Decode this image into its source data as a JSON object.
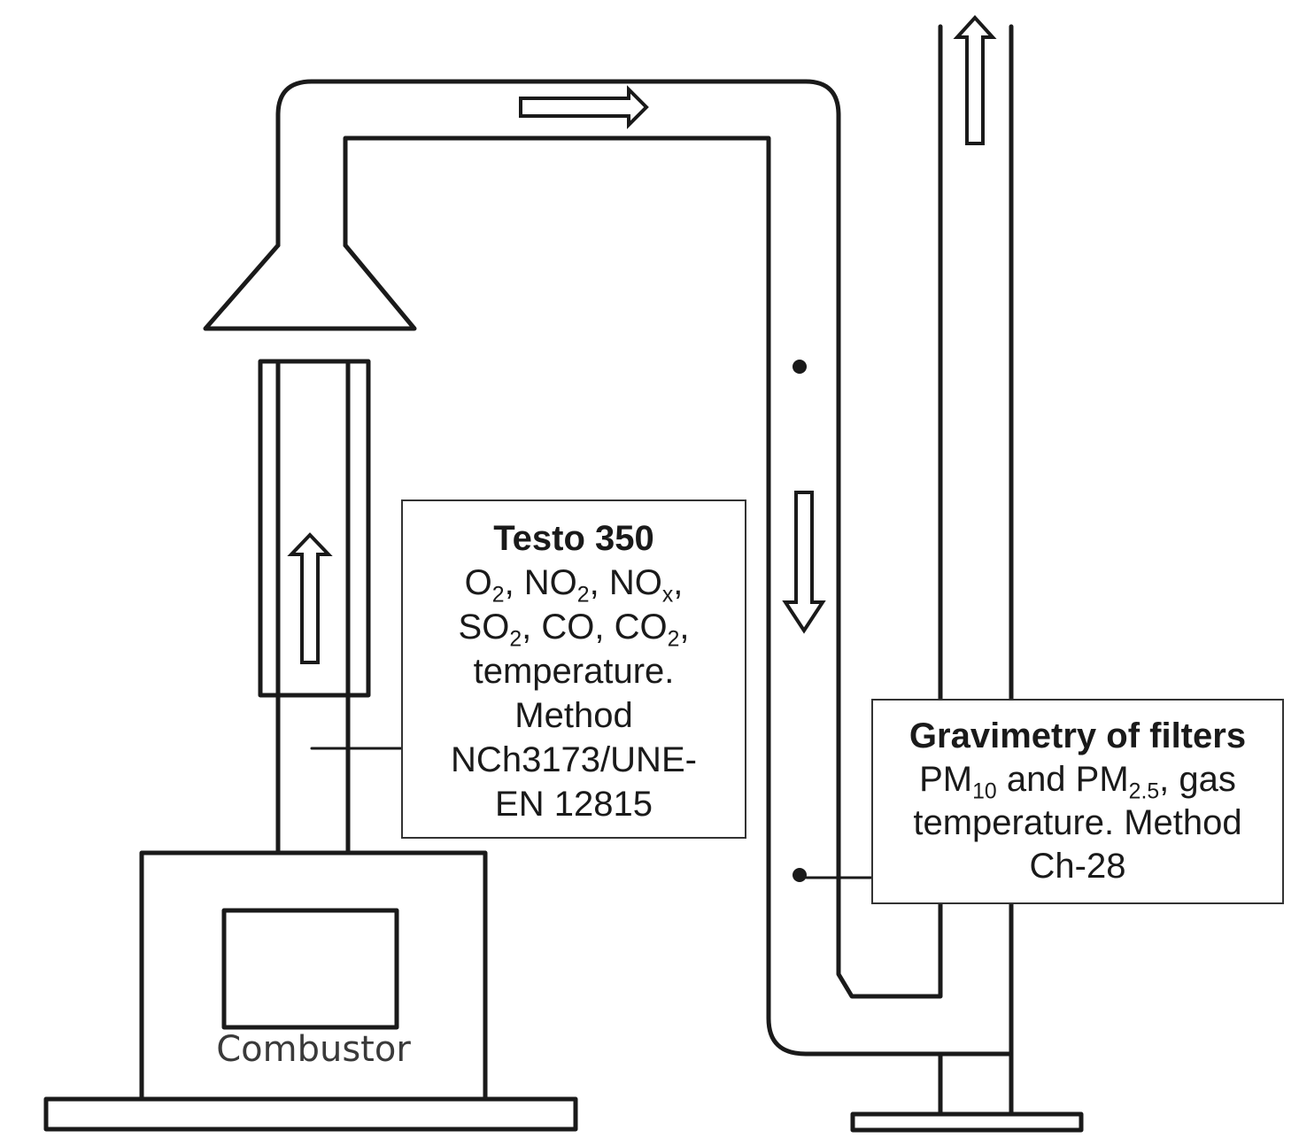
{
  "combustor": {
    "label": "Combustor"
  },
  "testo_box": {
    "title": "Testo 350",
    "gases_line1": "O2, NO2, NOx,",
    "gases_line2": "SO2, CO, CO2,",
    "line3": "temperature.",
    "line4": "Method",
    "line5": "NCh3173/UNE-",
    "line6": "EN 12815"
  },
  "gravimetry_box": {
    "title": "Gravimetry of filters",
    "line2": "PM10 and PM2.5, gas",
    "line3": "temperature. Method",
    "line4": "Ch-28"
  },
  "flow_arrows": [
    {
      "id": "up-inner-chimney",
      "direction": "up"
    },
    {
      "id": "right-top-duct",
      "direction": "right"
    },
    {
      "id": "down-vertical-duct",
      "direction": "down"
    },
    {
      "id": "up-exhaust-stack",
      "direction": "up"
    }
  ],
  "sampling_points": [
    "testo-probe-point",
    "gravimetry-probe-point"
  ]
}
